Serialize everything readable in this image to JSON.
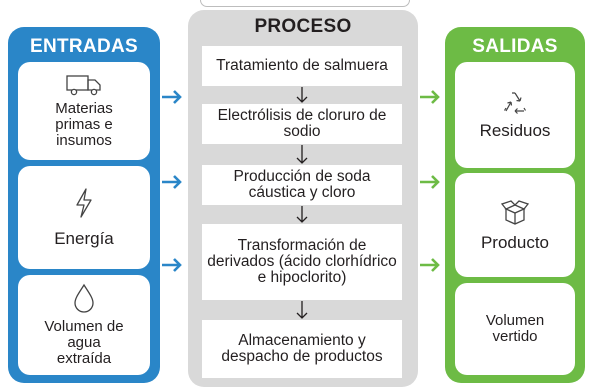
{
  "inputs": {
    "title": "ENTRADAS",
    "items": [
      {
        "label": "Materias primas e insumos",
        "icon": "truck-icon"
      },
      {
        "label": "Energía",
        "icon": "lightning-icon"
      },
      {
        "label": "Volumen de agua extraída",
        "icon": "water-drop-icon"
      }
    ]
  },
  "process": {
    "title": "PROCESO",
    "steps": [
      "Tratamiento de salmuera",
      "Electrólisis de cloruro de sodio",
      "Producción de soda cáustica y cloro",
      "Transformación de derivados (ácido clorhídrico e hipoclorito)",
      "Almacenamiento y despacho de productos"
    ]
  },
  "outputs": {
    "title": "SALIDAS",
    "items": [
      {
        "label": "Residuos",
        "icon": "recycle-icon"
      },
      {
        "label": "Producto",
        "icon": "box-icon"
      },
      {
        "label": "Volumen vertido",
        "icon": ""
      }
    ]
  },
  "colors": {
    "inputs": "#2a86c8",
    "process": "#d9d9d9",
    "outputs": "#6dbb45"
  }
}
